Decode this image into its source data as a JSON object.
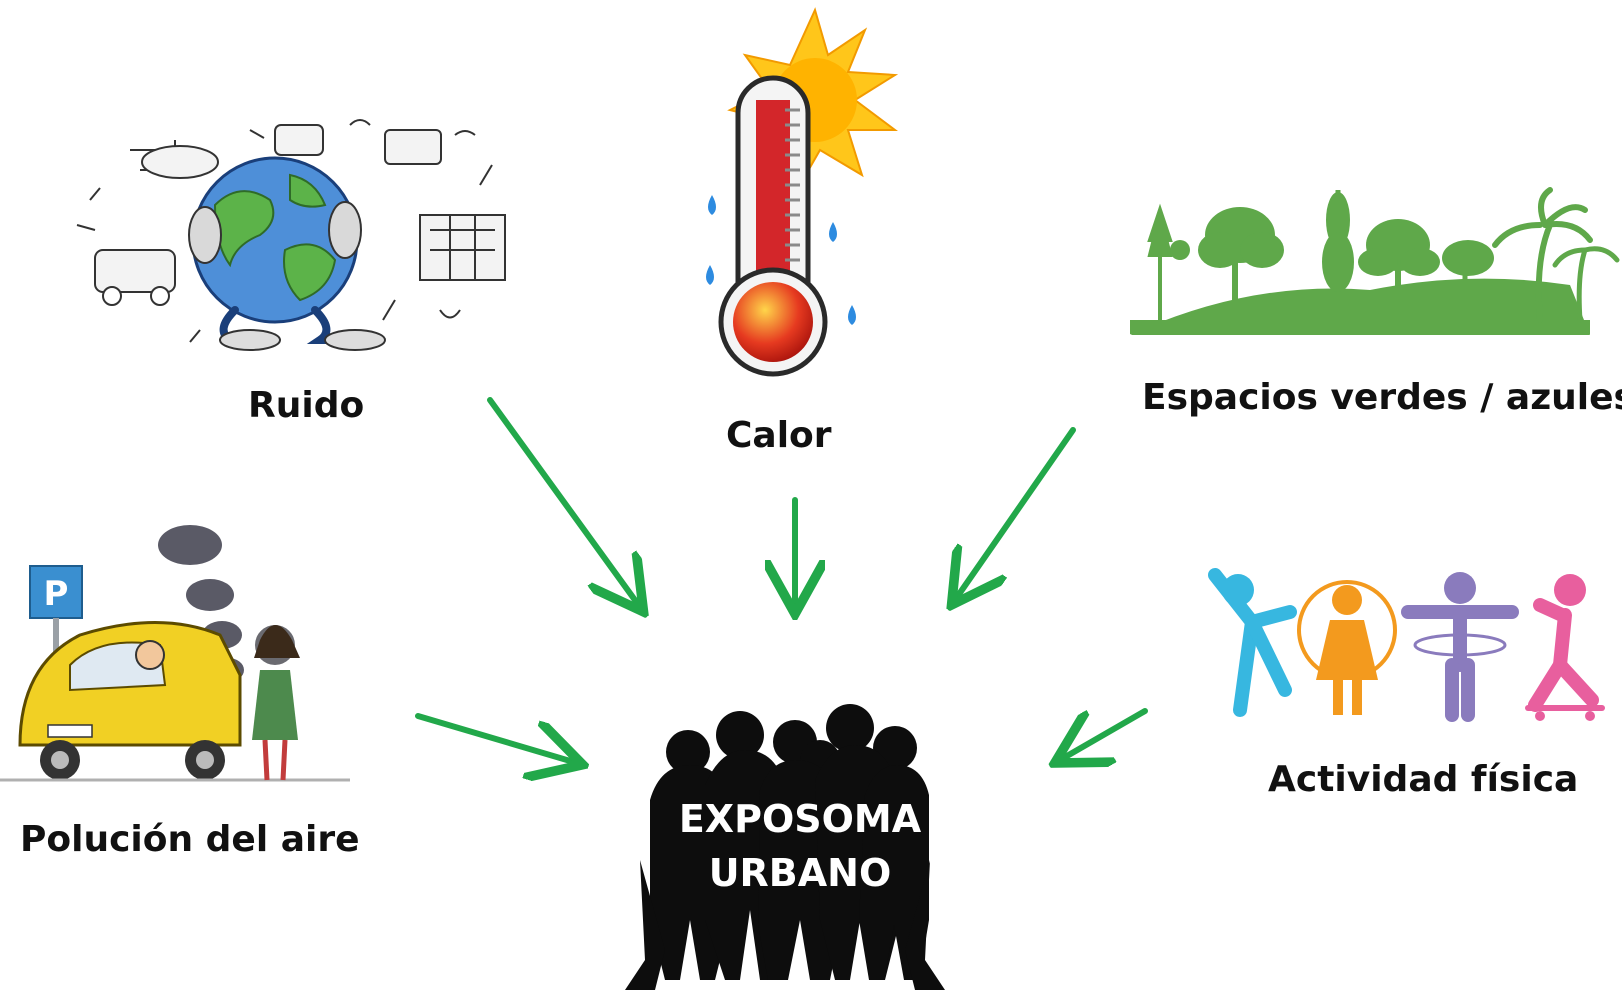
{
  "center": {
    "line1": "EXPOSOMA",
    "line2": "URBANO"
  },
  "factors": [
    {
      "id": "noise",
      "label": "Ruido",
      "icon": "noise-globe-icon"
    },
    {
      "id": "heat",
      "label": "Calor",
      "icon": "thermometer-sun-icon"
    },
    {
      "id": "green",
      "label": "Espacios verdes / azules",
      "icon": "green-landscape-icon"
    },
    {
      "id": "air",
      "label": "Polución del aire",
      "icon": "car-exhaust-icon"
    },
    {
      "id": "activity",
      "label": "Actividad física",
      "icon": "physical-activity-figures-icon"
    }
  ],
  "colors": {
    "arrow": "#22a84a",
    "silhouette": "#0d0d0d",
    "green": "#5fa84a"
  }
}
